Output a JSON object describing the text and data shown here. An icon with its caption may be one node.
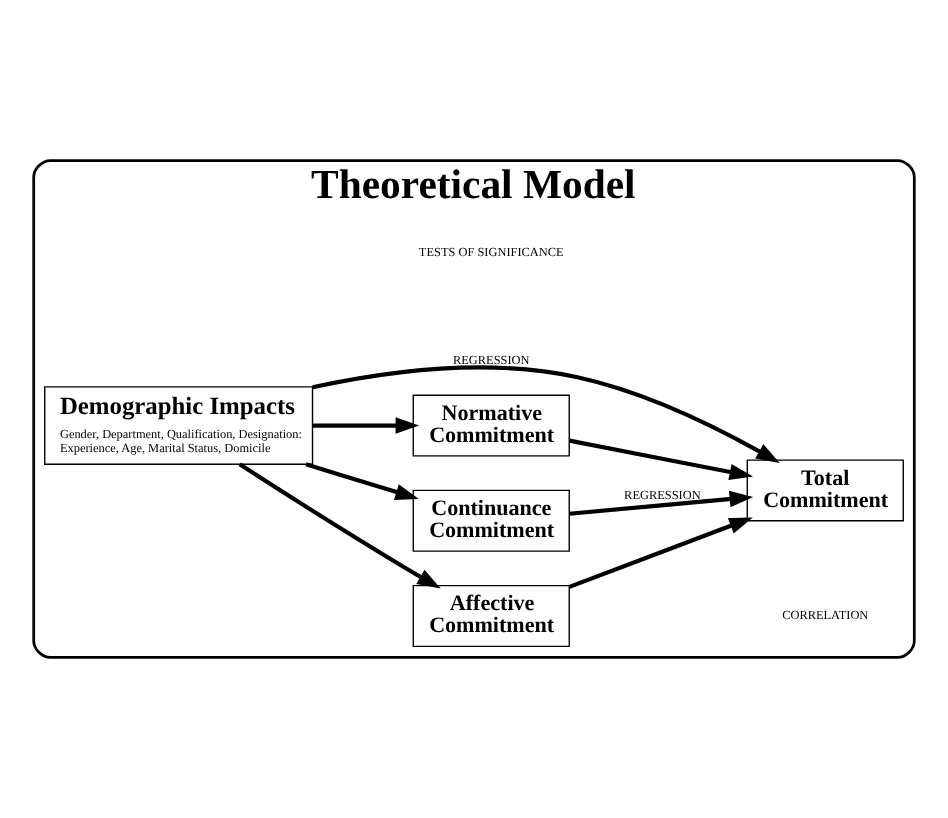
{
  "diagram": {
    "nodes": [
      {
        "text": [
          "Theoretical Model"
        ]
      },
      {
        "text": [
          "Affective Commitment"
        ],
        "in": 0
      },
      {
        "text": [
          "Continuance Commitment"
        ],
        "in": 0
      },
      {
        "text": [
          "Normative Commitment"
        ],
        "in": 0
      },
      {
        "text": [
          "Total Commitment"
        ],
        "in": 0
      },
      {
        "text": [
          "Demographic Impacts",
          "Gender, Department, Qualification, Designation: Experience, Age, Marital Status, Domicile"
        ],
        "in": 0
      }
    ],
    "edges": [
      {
        "from": 1,
        "to": 4,
        "arrow": "to"
      },
      {
        "from": 2,
        "to": 4,
        "arrow": "to",
        "label": "REGRESSION"
      },
      {
        "from": 3,
        "to": 4,
        "arrow": "to"
      },
      {
        "from": 5,
        "to": 1,
        "arrow": "to"
      },
      {
        "from": 5,
        "to": 2,
        "arrow": "to"
      },
      {
        "from": 5,
        "to": 3,
        "arrow": "to"
      },
      {
        "from": 5,
        "to": 4,
        "arrow": "to",
        "label": "REGRESSION"
      }
    ],
    "labels": [
      "CORRELATION",
      "TESTS OF SIGNIFICANCE"
    ]
  }
}
